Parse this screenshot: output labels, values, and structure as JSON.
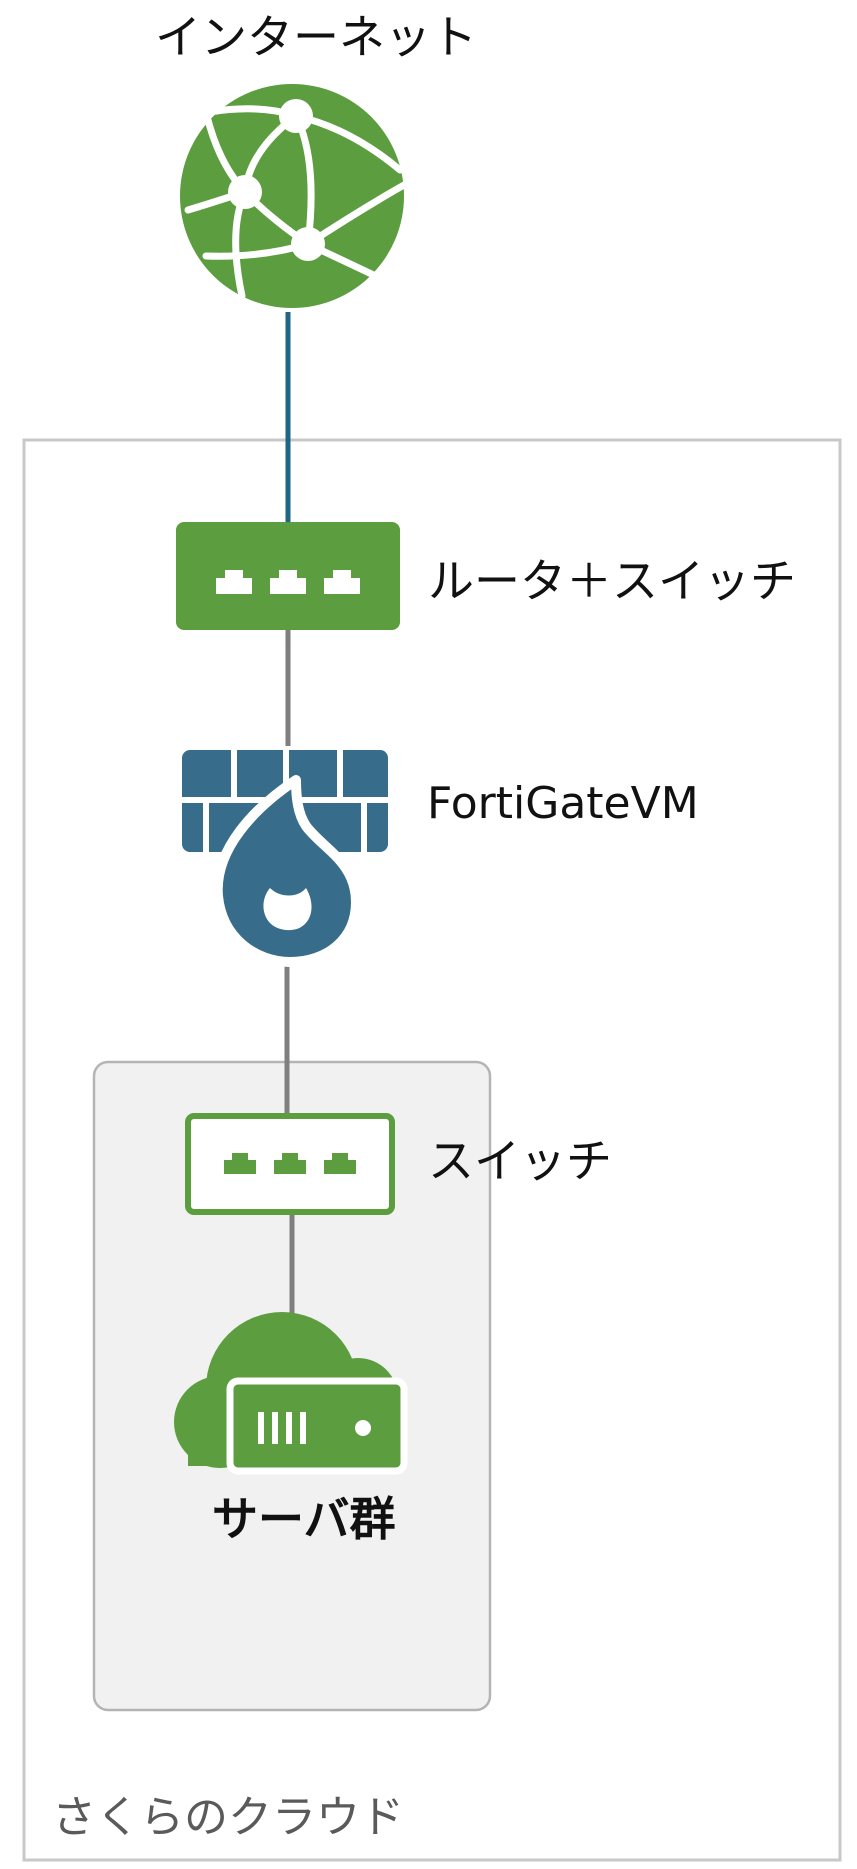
{
  "nodes": {
    "internet": {
      "label": "インターネット",
      "icon": "globe-network-icon"
    },
    "router_switch": {
      "label": "ルータ＋スイッチ",
      "icon": "router-switch-icon"
    },
    "fortigate": {
      "label": "FortiGateVM",
      "icon": "firewall-icon"
    },
    "switch": {
      "label": "スイッチ",
      "icon": "switch-icon"
    },
    "servers": {
      "label": "サーバ群",
      "icon": "cloud-server-icon"
    }
  },
  "groups": {
    "sakura_cloud": {
      "label": "さくらのクラウド"
    }
  },
  "colors": {
    "green": "#5c9e3f",
    "firewall_blue": "#376d8a",
    "internet_link": "#1f6584",
    "link_gray": "#7f7f7f",
    "group_border": "#c8c8c8",
    "inner_group_fill": "#f1f1f1"
  }
}
